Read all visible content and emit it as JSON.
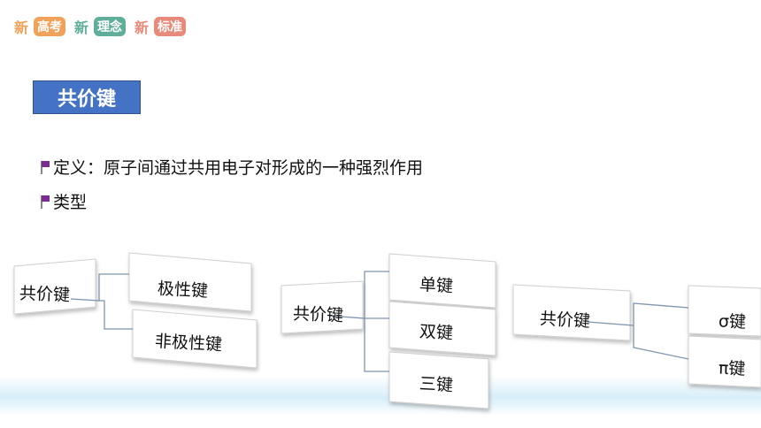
{
  "header": {
    "words": [
      {
        "new": "新",
        "box": "高考",
        "color": "#f0a25a"
      },
      {
        "new": "新",
        "box": "理念",
        "color": "#5fae9a"
      },
      {
        "new": "新",
        "box": "标准",
        "color": "#e88a7a"
      }
    ]
  },
  "title": "共价键",
  "bullets": [
    "定义：原子间通过共用电子对形成的一种强烈作用",
    "类型"
  ],
  "diagrams": [
    {
      "root": "共价键",
      "children": [
        "极性键",
        "非极性键"
      ]
    },
    {
      "root": "共价键",
      "children": [
        "单键",
        "双键",
        "三键"
      ]
    },
    {
      "root": "共价键",
      "children": [
        "σ键",
        "π键"
      ]
    }
  ],
  "colors": {
    "title_bg": "#4472c4",
    "connector": "#7f95ad",
    "flag": "#7b2d8f"
  }
}
